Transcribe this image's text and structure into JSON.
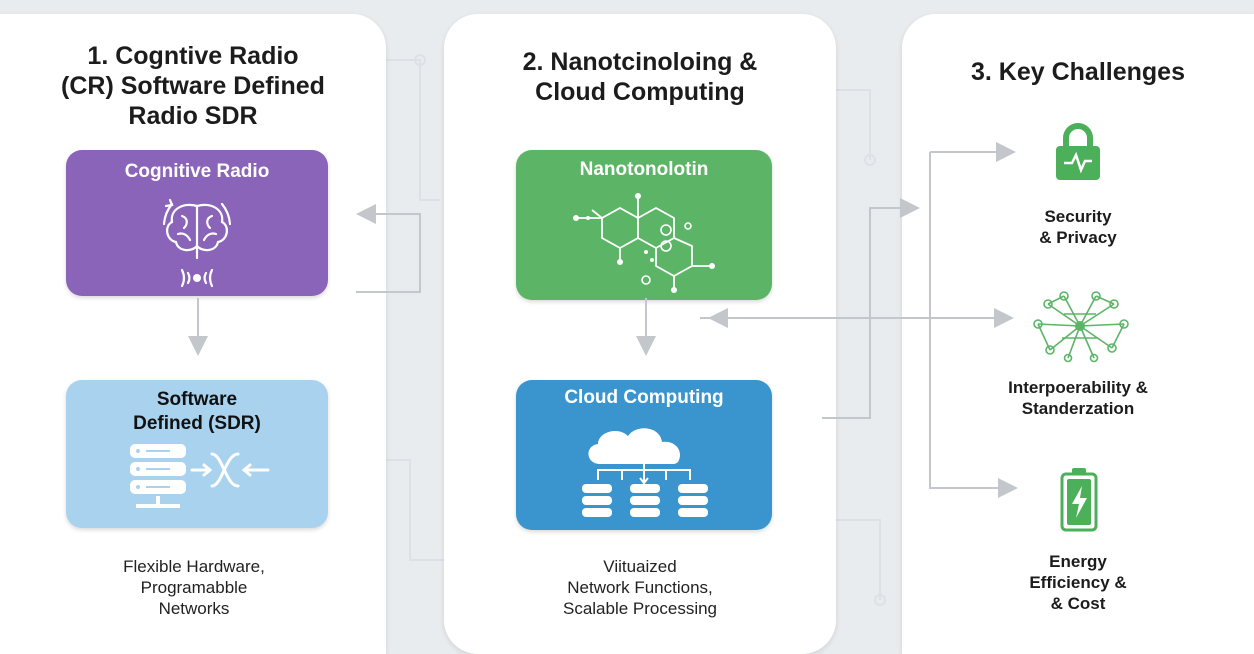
{
  "columns": [
    {
      "title": "1. Cogntive Radio\n(CR) Software Defined\nRadio SDR",
      "cards": [
        {
          "title": "Cognitive Radio",
          "icon": "brain-signal-icon",
          "color": "#8a64b8"
        },
        {
          "title": "Software\nDefined (SDR)",
          "icon": "server-switch-icon",
          "color": "#a9d2ee"
        }
      ],
      "caption": "Flexible Hardware,\nProgramabble\nNetworks"
    },
    {
      "title": "2. Nanotcinoloing &\nCloud Computing",
      "cards": [
        {
          "title": "Nanotonolotin",
          "icon": "molecule-icon",
          "color": "#5cb567"
        },
        {
          "title": "Cloud Computing",
          "icon": "cloud-servers-icon",
          "color": "#3a95cf"
        }
      ],
      "caption": "Viituaized\nNetwork Functions,\nScalable Processing"
    },
    {
      "title": "3. Key Challenges",
      "challenges": [
        {
          "label": "Security\n& Privacy",
          "icon": "lock-icon",
          "color": "#4caf5a"
        },
        {
          "label": "Interpoerability &\nStanderzation",
          "icon": "network-icon",
          "color": "#5cb567"
        },
        {
          "label": "Energy\nEfficiency &\n& Cost",
          "icon": "battery-icon",
          "color": "#4caf5a"
        }
      ]
    }
  ]
}
